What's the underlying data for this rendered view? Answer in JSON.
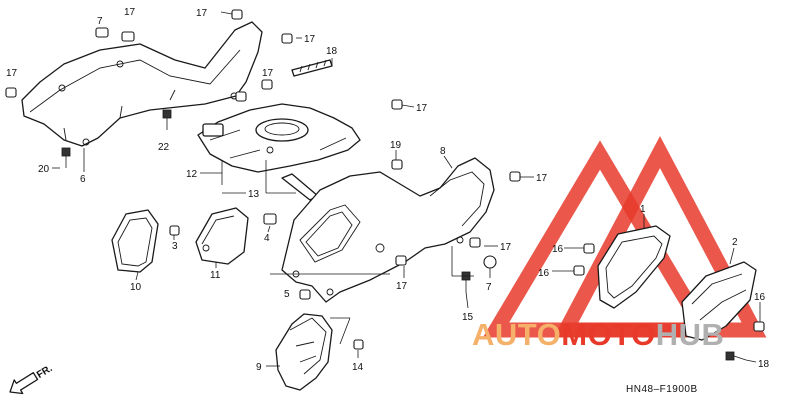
{
  "diagram_code": "HN48–F1900B",
  "direction_label": "FR.",
  "watermark": {
    "word_1": "AUTO",
    "word_2": "MOTO",
    "word_3": "HUB",
    "color_1": "#f5b06a",
    "color_2": "#e83a2a",
    "color_3": "#b0b0b0",
    "triangle_color": "#e83a2a"
  },
  "callouts": [
    "7",
    "17",
    "17",
    "17",
    "17",
    "18",
    "17",
    "17",
    "22",
    "20",
    "6",
    "12",
    "13",
    "19",
    "8",
    "17",
    "4",
    "3",
    "10",
    "11",
    "5",
    "17",
    "17",
    "7",
    "15",
    "9",
    "14",
    "1",
    "16",
    "16",
    "2",
    "16",
    "18"
  ]
}
